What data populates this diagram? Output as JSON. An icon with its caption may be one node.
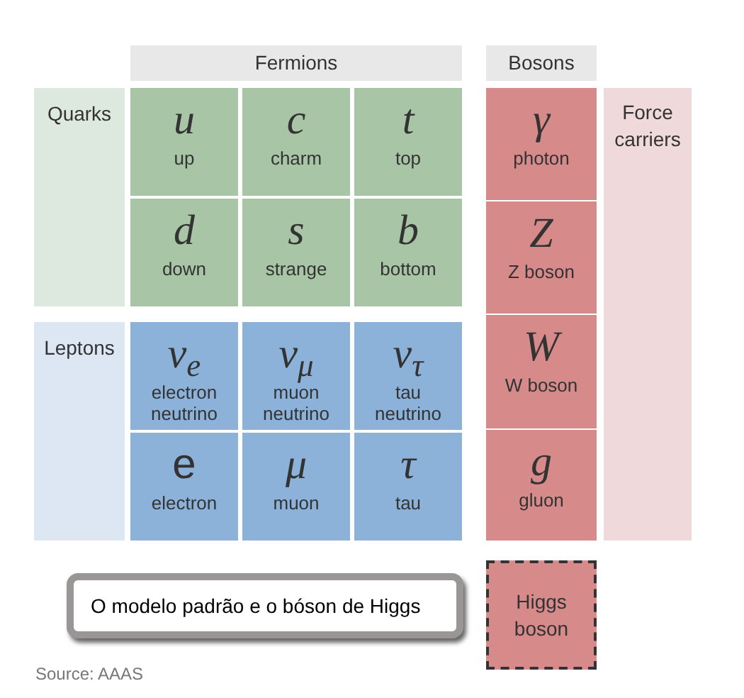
{
  "diagram": {
    "nodes": [
      {
        "text": [
          "Fermions"
        ]
      },
      {
        "text": [
          "Bosons"
        ]
      },
      {
        "text": [
          "Quarks"
        ]
      },
      {
        "text": [
          "u",
          "up"
        ]
      },
      {
        "text": [
          "c",
          "charm"
        ]
      },
      {
        "text": [
          "t",
          "top"
        ]
      },
      {
        "text": [
          "d",
          "down"
        ]
      },
      {
        "text": [
          "s",
          "strange"
        ]
      },
      {
        "text": [
          "b",
          "bottom"
        ]
      },
      {
        "text": [
          "Leptons"
        ]
      },
      {
        "text": [
          "ν$_{e}$",
          "electron neutrino"
        ]
      },
      {
        "text": [
          "ν$_{μ}$",
          "muon neutrino"
        ]
      },
      {
        "text": [
          "ν$_{τ}$",
          "tau neutrino"
        ]
      },
      {
        "text": [
          "e",
          "electron"
        ]
      },
      {
        "text": [
          "μ",
          "muon"
        ]
      },
      {
        "text": [
          "τ",
          "tau"
        ]
      },
      {
        "text": [
          "γ",
          "photon"
        ]
      },
      {
        "text": [
          "Z",
          "Z boson"
        ]
      },
      {
        "text": [
          "W",
          "W boson"
        ]
      },
      {
        "text": [
          "g",
          "gluon"
        ]
      },
      {
        "text": [
          "Force carriers"
        ]
      },
      {
        "text": [
          "Higgs boson"
        ]
      },
      {
        "text": [
          "O modelo padrão e o bóson de Higgs"
        ]
      }
    ],
    "labels": [
      "Source: AAAS"
    ]
  }
}
